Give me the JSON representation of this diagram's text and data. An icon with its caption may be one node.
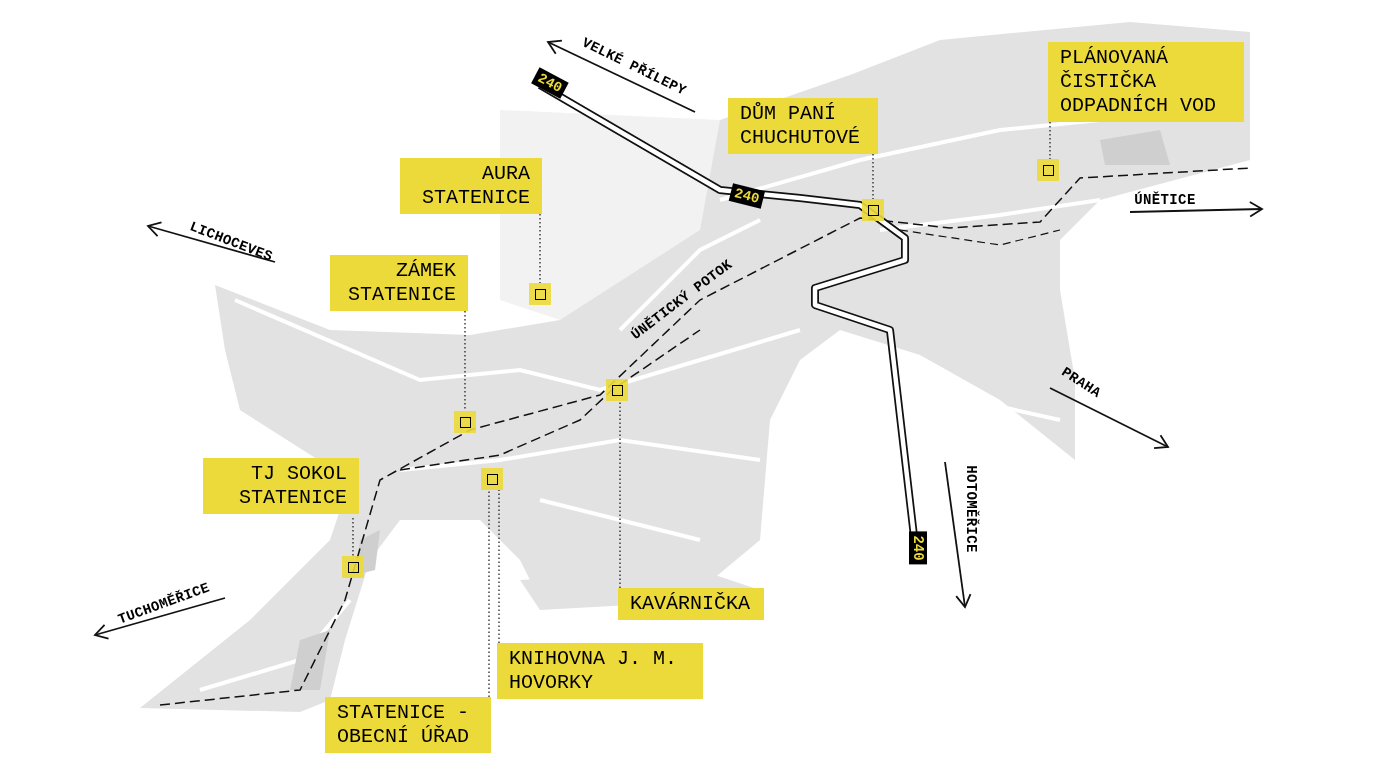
{
  "diagram": {
    "nodes": [
      {
        "text": [
          "PLÁNOVANÁ ČISTIČKA ODPADNÍCH VOD"
        ]
      },
      {
        "text": [],
        "shape": "box"
      },
      {
        "text": [
          "DŮM PANÍ CHUCHUTOVÉ"
        ]
      },
      {
        "text": [],
        "shape": "box"
      },
      {
        "text": [
          "AURA STATENICE"
        ]
      },
      {
        "text": [],
        "shape": "box"
      },
      {
        "text": [
          "ZÁMEK STATENICE"
        ]
      },
      {
        "text": [],
        "shape": "box"
      },
      {
        "text": [
          "KAVÁRNIČKA"
        ]
      },
      {
        "text": [],
        "shape": "box"
      },
      {
        "text": [
          "TJ SOKOL STATENICE"
        ]
      },
      {
        "text": [],
        "shape": "box"
      },
      {
        "text": [
          "KNIHOVNA J. M. HOVORKY"
        ]
      },
      {
        "text": [],
        "shape": "box"
      },
      {
        "text": [
          "STATENICE - OBECNÍ ÚŘAD"
        ]
      }
    ],
    "edges": [
      {
        "from": 0,
        "to": 1,
        "arrow": "none"
      },
      {
        "from": 2,
        "to": 3,
        "arrow": "none"
      },
      {
        "from": 4,
        "to": 5,
        "arrow": "none"
      },
      {
        "from": 6,
        "to": 7,
        "arrow": "none"
      },
      {
        "from": 8,
        "to": 9,
        "arrow": "none"
      },
      {
        "from": 10,
        "to": 11,
        "arrow": "none"
      },
      {
        "from": 12,
        "to": 13,
        "arrow": "none"
      },
      {
        "from": 14,
        "to": 13,
        "arrow": "none"
      }
    ],
    "labels": [
      "VELKÉ PŘÍLEPY",
      "240",
      "240",
      "ÚNĚTICE",
      "LICHOCEVES",
      "ÚNĚTICKÝ POTOK",
      "PRAHA",
      "HOTOMĚŘICE",
      "240",
      "TUCHOMĚŘICE"
    ]
  }
}
